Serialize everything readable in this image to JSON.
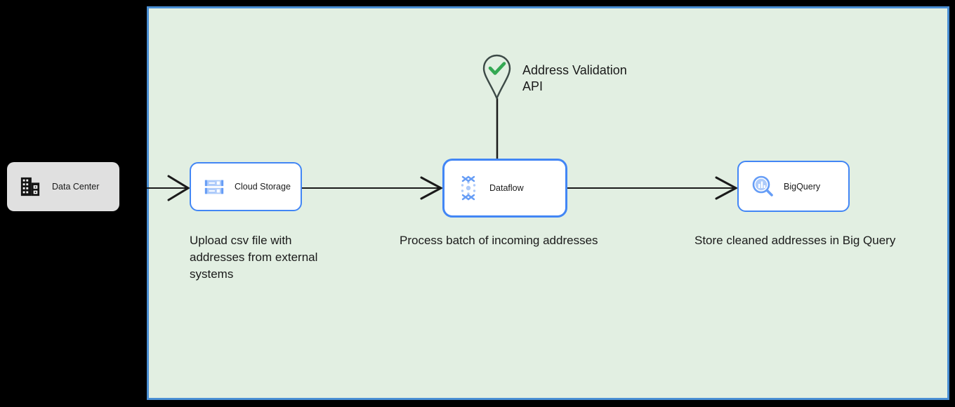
{
  "diagram": {
    "type": "cloud-architecture-flow",
    "background_color": "#000000",
    "container": {
      "name": "google-cloud-boundary",
      "fill_color": "#e2efe2",
      "border_color": "#4a8fd4"
    },
    "accent_color": "#4286f5",
    "check_color": "#34a853"
  },
  "nodes": {
    "data_center": {
      "label": "Data Center",
      "icon": "data-center-building-icon",
      "fill_color": "#e0e0e0"
    },
    "cloud_storage": {
      "label": "Cloud Storage",
      "icon": "cloud-storage-icon"
    },
    "dataflow": {
      "label": "Dataflow",
      "icon": "dataflow-icon"
    },
    "bigquery": {
      "label": "BigQuery",
      "icon": "bigquery-icon"
    },
    "address_api": {
      "label": "Address Validation API",
      "icon": "map-pin-check-icon"
    }
  },
  "captions": {
    "upload": "Upload csv file with addresses",
    "upload_line2": "from external systems",
    "process": "Process batch of incoming addresses",
    "store": "Store cleaned addresses in Big Query"
  },
  "connectors": [
    {
      "name": "data-center-to-cloud-storage",
      "style": "open-arrow"
    },
    {
      "name": "cloud-storage-to-dataflow",
      "style": "open-arrow"
    },
    {
      "name": "dataflow-to-bigquery",
      "style": "open-arrow"
    },
    {
      "name": "address-api-to-dataflow",
      "style": "plain-line"
    }
  ]
}
